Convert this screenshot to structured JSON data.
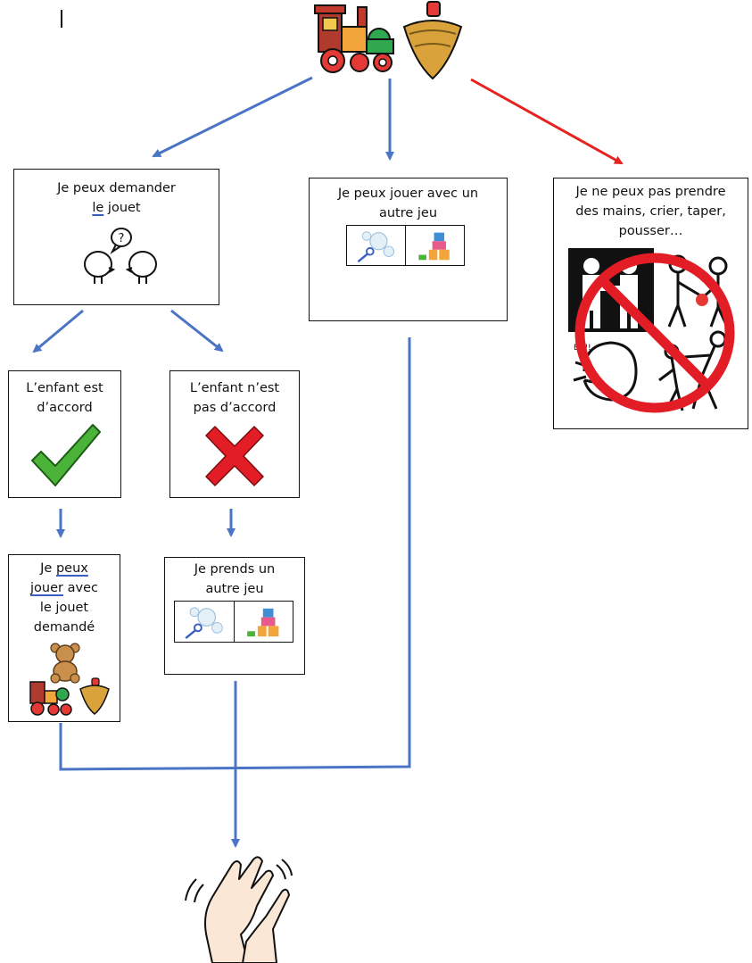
{
  "boxes": {
    "demander": {
      "line1": "Je peux demander",
      "line2_underlined": "le",
      "line2_rest": " jouet"
    },
    "autre_jeu": {
      "line1": "Je peux jouer avec un",
      "line2": "autre jeu"
    },
    "interdit": {
      "line1": "Je ne peux pas prendre",
      "line2": "des mains, crier, taper,",
      "line3": "pousser…"
    },
    "accord": {
      "line1": "L’enfant est",
      "line2": "d’accord"
    },
    "pas_accord": {
      "line1": "L’enfant n’est",
      "line2": "pas d’accord"
    },
    "jouer_demande": {
      "line1_a": "Je ",
      "line1_b": "peux",
      "line2_a": "jouer",
      "line2_b": " avec",
      "line3": "le jouet",
      "line4": "demandé"
    },
    "prends_autre": {
      "line1": "Je prends un",
      "line2": "autre jeu"
    }
  },
  "shout_text": "EH!!",
  "colors": {
    "arrow_blue": "#4a74c4",
    "arrow_red": "#e8231f",
    "check_green": "#4bb33a",
    "cross_red": "#e21d25"
  }
}
